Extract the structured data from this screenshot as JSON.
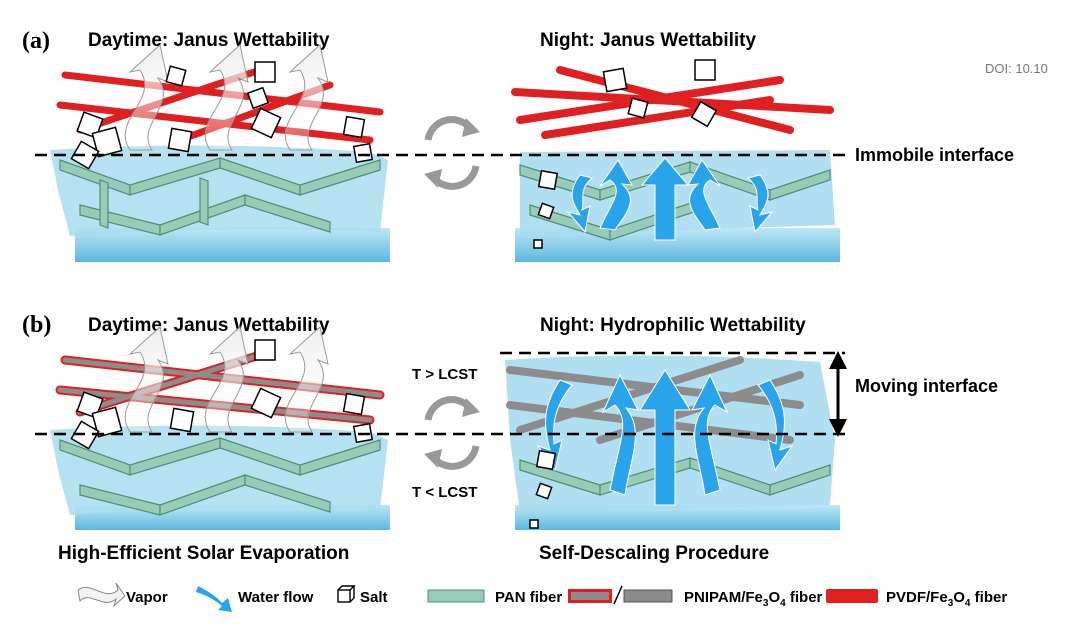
{
  "panels": {
    "a": {
      "letter": "(a)",
      "left_title": "Daytime: Janus Wettability",
      "right_title": "Night: Janus Wettability",
      "interface_label": "Immobile interface"
    },
    "b": {
      "letter": "(b)",
      "left_title": "Daytime: Janus Wettability",
      "right_title": "Night: Hydrophilic Wettability",
      "interface_label": "Moving interface",
      "temp_high": "T > LCST",
      "temp_low": "T < LCST",
      "left_caption": "High-Efficient Solar Evaporation",
      "right_caption": "Self-Descaling Procedure"
    }
  },
  "doi": "DOI: 10.10",
  "legend": {
    "vapor": "Vapor",
    "water_flow": "Water flow",
    "salt": "Salt",
    "pan_fiber": "PAN fiber",
    "pnipam_prefix": "PNIPAM/Fe",
    "pnipam_sub1": "3",
    "pnipam_mid": "O",
    "pnipam_sub2": "4",
    "pnipam_suffix": " fiber",
    "pvdf_prefix": "PVDF/Fe",
    "pvdf_sub1": "3",
    "pvdf_mid": "O",
    "pvdf_sub2": "4",
    "pvdf_suffix": " fiber"
  },
  "colors": {
    "water": "#8fd3ec",
    "water_dark": "#5bb8de",
    "pan": "#98cbb8",
    "pan_edge": "#4f8f78",
    "pvdf": "#e02020",
    "pnipam": "#8c8c8c",
    "flow": "#29a3ea",
    "vapor": "#f2f2f2"
  }
}
